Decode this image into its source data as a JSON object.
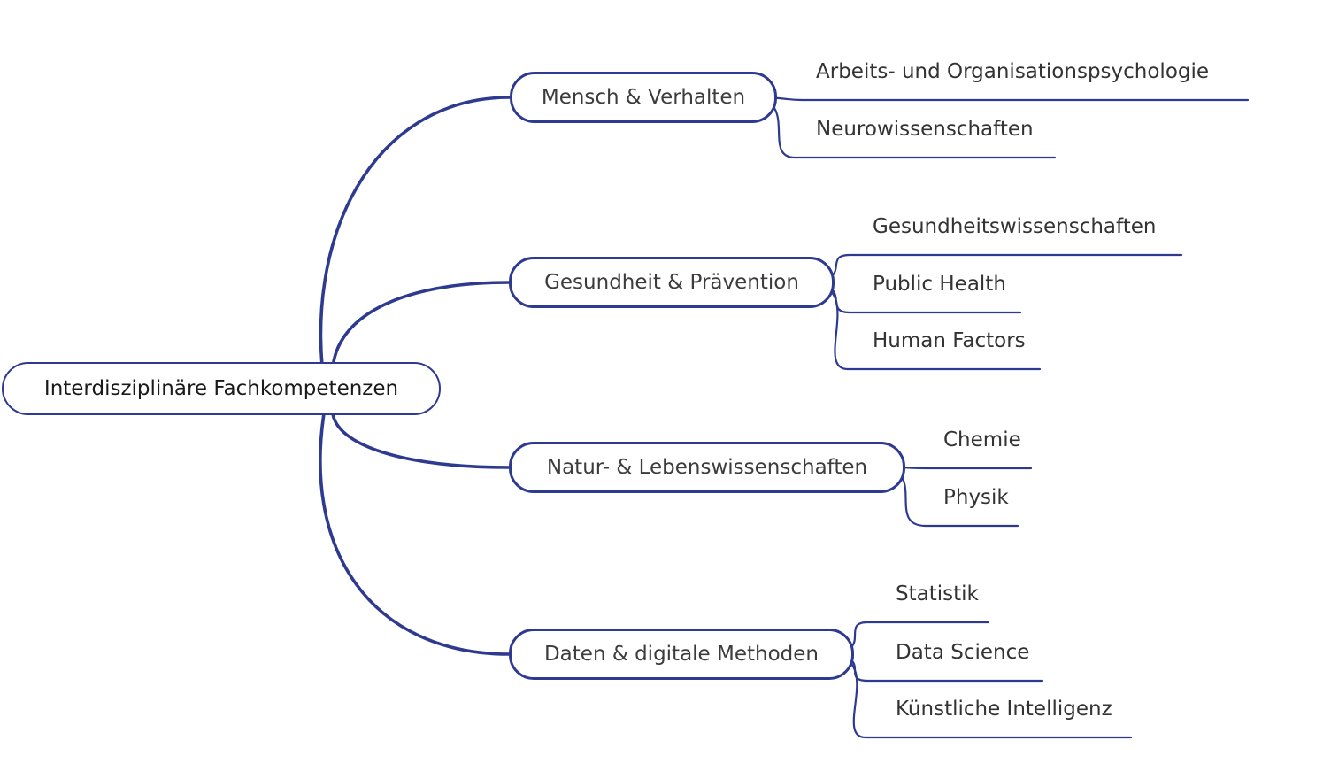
{
  "mindmap": {
    "root": {
      "label": "Interdisziplinäre Fachkompetenzen"
    },
    "branches": [
      {
        "label": "Mensch & Verhalten",
        "children": [
          {
            "label": "Arbeits- und Organisationspsychologie"
          },
          {
            "label": "Neurowissenschaften"
          }
        ]
      },
      {
        "label": "Gesundheit & Prävention",
        "children": [
          {
            "label": "Gesundheitswissenschaften"
          },
          {
            "label": "Public Health"
          },
          {
            "label": "Human Factors"
          }
        ]
      },
      {
        "label": "Natur- & Lebenswissenschaften",
        "children": [
          {
            "label": "Chemie"
          },
          {
            "label": "Physik"
          }
        ]
      },
      {
        "label": "Daten & digitale Methoden",
        "children": [
          {
            "label": "Statistik"
          },
          {
            "label": "Data Science"
          },
          {
            "label": "Künstliche Intelligenz"
          }
        ]
      }
    ],
    "colors": {
      "line": "#2e3a8f",
      "root_text": "#1a1a1a",
      "branch_text": "#3c3c3c",
      "leaf_text": "#333333",
      "background": "#ffffff"
    }
  }
}
